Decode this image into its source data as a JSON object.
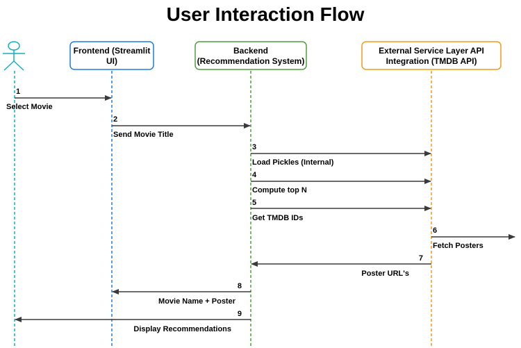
{
  "title": "User Interaction Flow",
  "participants": {
    "user": {
      "color": "#12AFC2"
    },
    "frontend": {
      "line1": "Frontend (Streamlit",
      "line2": "UI)",
      "color": "#1E7DE0"
    },
    "backend": {
      "line1": "Backend",
      "line2": "(Recommendation System)",
      "color": "#4E9E3A"
    },
    "external": {
      "line1": "External Service Layer API",
      "line2": "Integration (TMDB API)",
      "color": "#F39A1A"
    }
  },
  "messages": [
    {
      "num": "1",
      "label": "Select Movie"
    },
    {
      "num": "2",
      "label": "Send Movie Title"
    },
    {
      "num": "3",
      "label": "Load Pickles (Internal)"
    },
    {
      "num": "4",
      "label": "Compute top N"
    },
    {
      "num": "5",
      "label": "Get TMDB IDs"
    },
    {
      "num": "6",
      "label": "Fetch Posters"
    },
    {
      "num": "7",
      "label": "Poster URL's"
    },
    {
      "num": "8",
      "label": "Movie Name + Poster"
    },
    {
      "num": "9",
      "label": "Display Recommendations"
    }
  ]
}
